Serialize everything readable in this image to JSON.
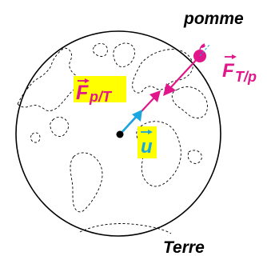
{
  "labels": {
    "apple": "pomme",
    "earth": "Terre",
    "force_earth_on_apple_main": "F",
    "force_earth_on_apple_sub": "T/p",
    "force_apple_on_earth_main": "F",
    "force_apple_on_earth_sub": "p/T",
    "unit_vector": "u"
  },
  "colors": {
    "force_arrow": "#e0168a",
    "unit_arrow": "#1aa6e0",
    "label_box": "#ffff00",
    "outline": "#000000",
    "apple": "#e0168a"
  }
}
